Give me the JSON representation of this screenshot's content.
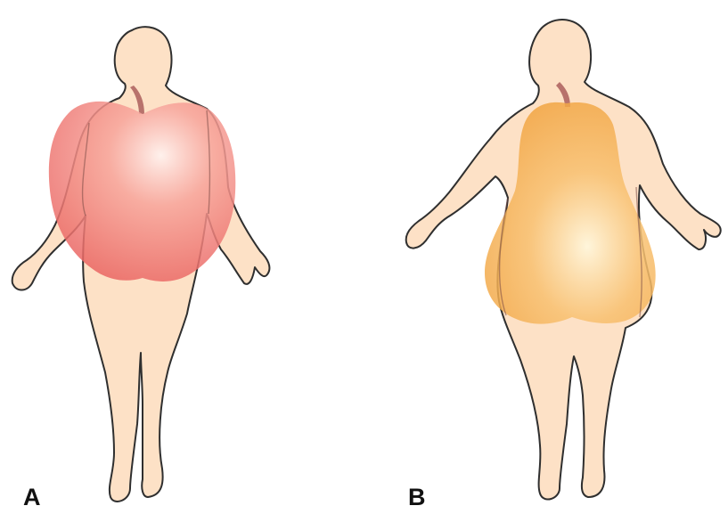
{
  "figure": {
    "panels": [
      {
        "label": "A",
        "fruit_overlay": "apple",
        "overlay_color": "#ee6a66",
        "highlight_color": "#fff2ee"
      },
      {
        "label": "B",
        "fruit_overlay": "pear",
        "overlay_color": "#f3a640",
        "highlight_color": "#fff6dc"
      }
    ],
    "colors": {
      "skin": "#fde1c6",
      "outline": "#2f2f2f",
      "stem": "#b8726c"
    }
  }
}
